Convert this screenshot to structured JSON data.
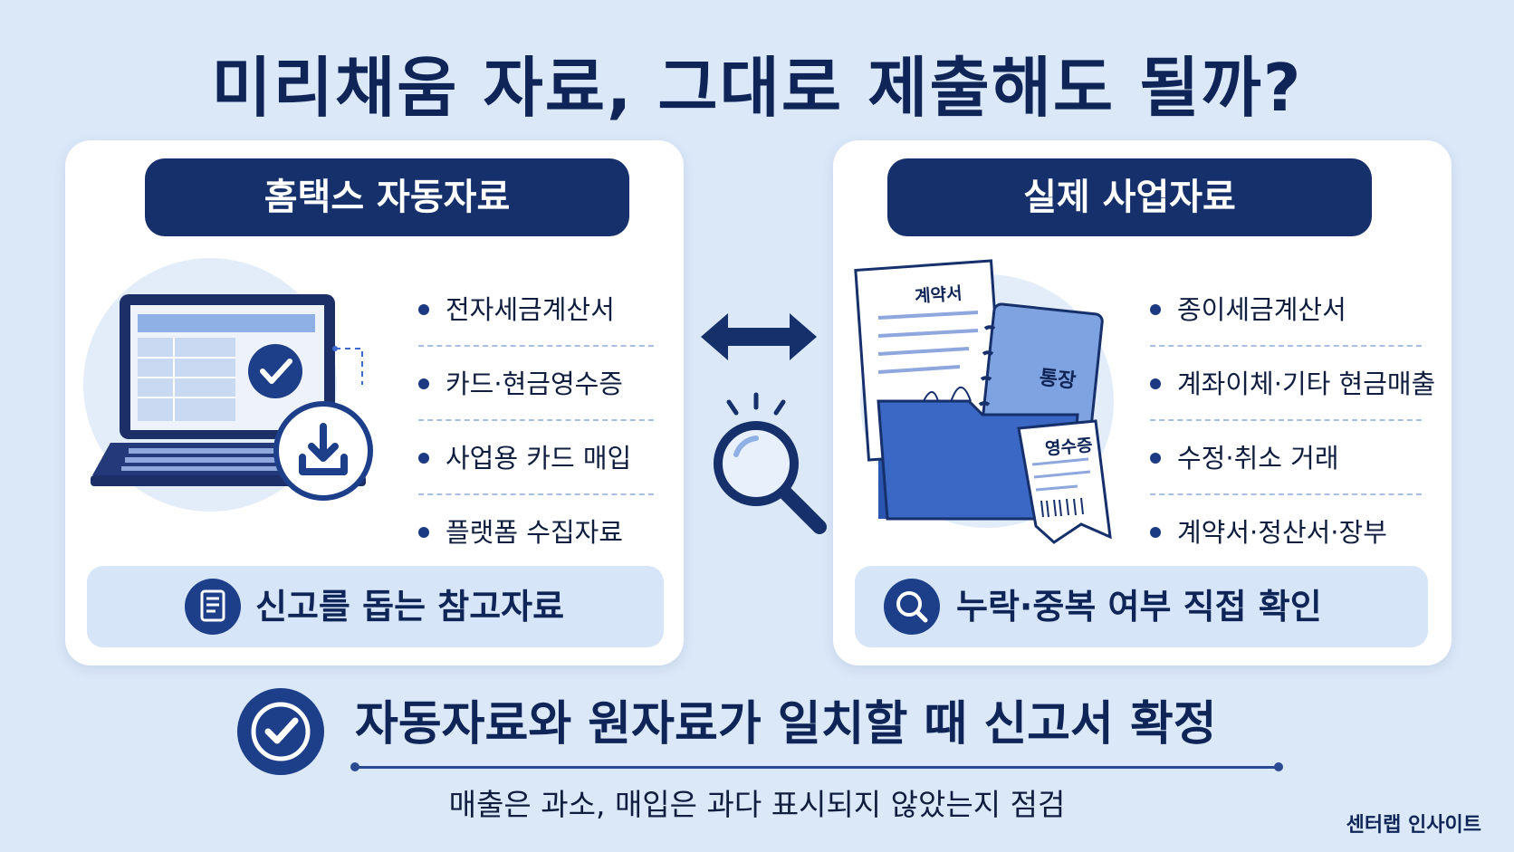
{
  "title": "미리채움 자료, 그대로 제출해도 될까?",
  "left_panel": {
    "heading": "홈택스 자동자료",
    "items": [
      "전자세금계산서",
      "카드·현금영수증",
      "사업용 카드 매입",
      "플랫폼 수집자료"
    ],
    "footer": "신고를 돕는 참고자료"
  },
  "right_panel": {
    "heading": "실제 사업자료",
    "items": [
      "종이세금계산서",
      "계좌이체·기타 현금매출",
      "수정·취소 거래",
      "계약서·정산서·장부"
    ],
    "footer": "누락·중복 여부 직접 확인",
    "doc_labels": {
      "contract": "계약서",
      "bankbook": "통장",
      "receipt": "영수증"
    }
  },
  "bottom": {
    "headline": "자동자료와 원자료가 일치할 때 신고서 확정",
    "subline": "매출은 과소, 매입은 과다 표시되지 않았는지 점검"
  },
  "brand": "센터랩 인사이트",
  "colors": {
    "background": "#dbe8f8",
    "navy": "#16306b",
    "accent_blue": "#1d3f8a",
    "light_box": "#d6e5f8"
  }
}
